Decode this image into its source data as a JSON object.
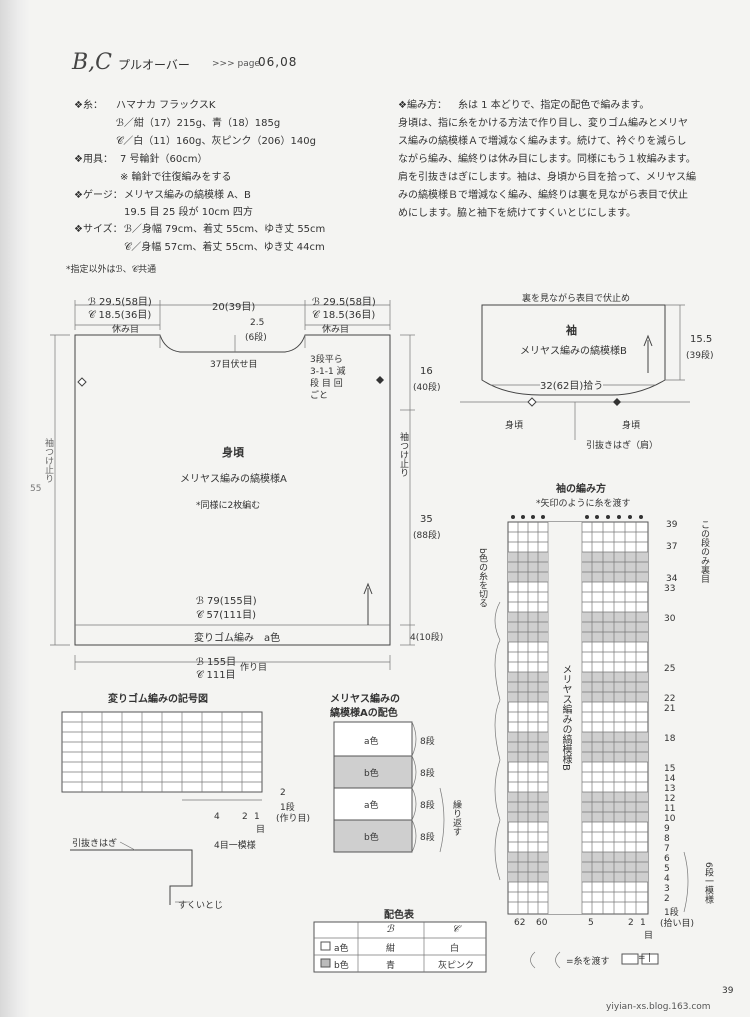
{
  "header": {
    "logo": "B,C",
    "title": "プルオーバー",
    "page_ref_prefix": ">>> page",
    "page_ref": "06,08"
  },
  "materials": {
    "yarn_label": "❖糸：",
    "yarn_brand": "ハマナカ フラックスK",
    "yarn_b": "ℬ／紺（17）215g、青（18）185g",
    "yarn_c": "𝒞／白（11）160g、灰ピンク（206）140g",
    "tools_label": "❖用具：",
    "tools": "7 号輪針（60cm）",
    "tools_note": "※ 輪針で往復編みをする",
    "gauge_label": "❖ゲージ：",
    "gauge": "メリヤス編みの縞模様 A、B",
    "gauge_2": "19.5 目 25 段が 10cm 四方",
    "size_label": "❖サイズ：",
    "size_b": "ℬ／身幅 79cm、着丈 55cm、ゆき丈 55cm",
    "size_c": "𝒞／身幅 57cm、着丈 55cm、ゆき丈 44cm",
    "common_note": "*指定以外はℬ、𝒞共通"
  },
  "method": {
    "label": "❖編み方：",
    "lines": [
      "糸は 1 本どりで、指定の配色で編みます。",
      "身頃は、指に糸をかける方法で作り目し、変りゴム編みとメリヤ",
      "ス編みの縞模様Ａで増減なく編みます。続けて、衿ぐりを減らし",
      "ながら編み、編終りは休み目にします。同様にもう１枚編みます。",
      "肩を引抜きはぎにします。袖は、身頃から目を拾って、メリヤス編",
      "みの縞模様Ｂで増減なく編み、編終りは裏を見ながら表目で伏止",
      "めにします。脇と袖下を続けてすくいとじにします。"
    ]
  },
  "body_diagram": {
    "shoulder_left_b": "ℬ 29.5(58目)",
    "shoulder_left_c": "𝒞 18.5(36目)",
    "neck_width": "20(39目)",
    "shoulder_right_b": "ℬ 29.5(58目)",
    "shoulder_right_c": "𝒞 18.5(36目)",
    "rest_left": "休み目",
    "rest_right": "休み目",
    "neck_depth": "2.5",
    "neck_depth_rows": "(6段)",
    "neck_bind": "37目伏せ目",
    "decrease_1": "3段平ら",
    "decrease_2": "3-1-1 減",
    "decrease_3": "段 目 回",
    "decrease_4": "ごと",
    "upper_height": "16",
    "upper_rows": "(40段)",
    "sleeve_join_right": "袖つけ止り",
    "sleeve_join_left": "袖つけ止り",
    "left_dim": "55",
    "part_name": "身頃",
    "pattern": "メリヤス編みの縞模様A",
    "same_note": "*同様に2枚編む",
    "mid_height": "35",
    "mid_rows": "(88段)",
    "width_b": "ℬ 79(155目)",
    "width_c": "𝒞 57(111目)",
    "rib_label": "変りゴム編み　a色",
    "rib_height": "4(10段)",
    "cast_b": "ℬ 155目",
    "cast_c": "𝒞 111目",
    "cast_label": "作り目"
  },
  "sleeve_diagram": {
    "bind_note": "裏を見ながら表目で伏止め",
    "part_name": "袖",
    "pattern": "メリヤス編みの縞模様B",
    "height": "15.5",
    "height_rows": "(39段)",
    "pickup": "32(62目)拾う",
    "body_left": "身頃",
    "body_right": "身頃",
    "shoulder_seam": "引抜きはぎ（肩）"
  },
  "rib_chart": {
    "title": "変りゴム編みの記号図",
    "row2": "2",
    "row1": "1段",
    "row1_note": "(作り目)",
    "col4": "4",
    "col2": "2",
    "col1": "1",
    "col_unit": "目",
    "repeat": "4目一模様"
  },
  "stripe_a": {
    "title_1": "メリヤス編みの",
    "title_2": "縞模様Aの配色",
    "rows": [
      {
        "color": "a色",
        "rows": "8段"
      },
      {
        "color": "b色",
        "rows": "8段"
      },
      {
        "color": "a色",
        "rows": "8段"
      },
      {
        "color": "b色",
        "rows": "8段"
      }
    ],
    "repeat_note": "繰り返す"
  },
  "finishing": {
    "seam_top": "引抜きはぎ",
    "seam_side": "すくいとじ"
  },
  "color_table": {
    "title": "配色表",
    "header_b": "ℬ",
    "header_c": "𝒞",
    "rows": [
      {
        "label": "a色",
        "b": "紺",
        "c": "白"
      },
      {
        "label": "b色",
        "b": "青",
        "c": "灰ピンク"
      }
    ]
  },
  "sleeve_chart": {
    "title": "袖の編み方",
    "note": "*矢印のように糸を渡す",
    "cut_note": "b色の糸を切る",
    "center_label": "メリヤス編みの縞模様B",
    "this_row_note": "この段のみ裏目",
    "row_labels": [
      "39",
      "37",
      "34",
      "33",
      "30",
      "25",
      "22",
      "21",
      "18",
      "15",
      "14",
      "13",
      "12",
      "11",
      "10",
      "9",
      "8",
      "7",
      "6",
      "5",
      "4",
      "3",
      "2",
      "1段"
    ],
    "pickup_rows": "(拾い目)",
    "repeat_note": "6段一模様",
    "col_62": "62",
    "col_60": "60",
    "col_5": "5",
    "col_2": "2",
    "col_1": "1",
    "col_unit": "目",
    "legend_cross": "=糸を渡す",
    "legend_box": "=",
    "legend_box_sym": "|"
  },
  "footer": {
    "page_no": "39",
    "watermark": "yiyian-xs.blog.163.com"
  }
}
